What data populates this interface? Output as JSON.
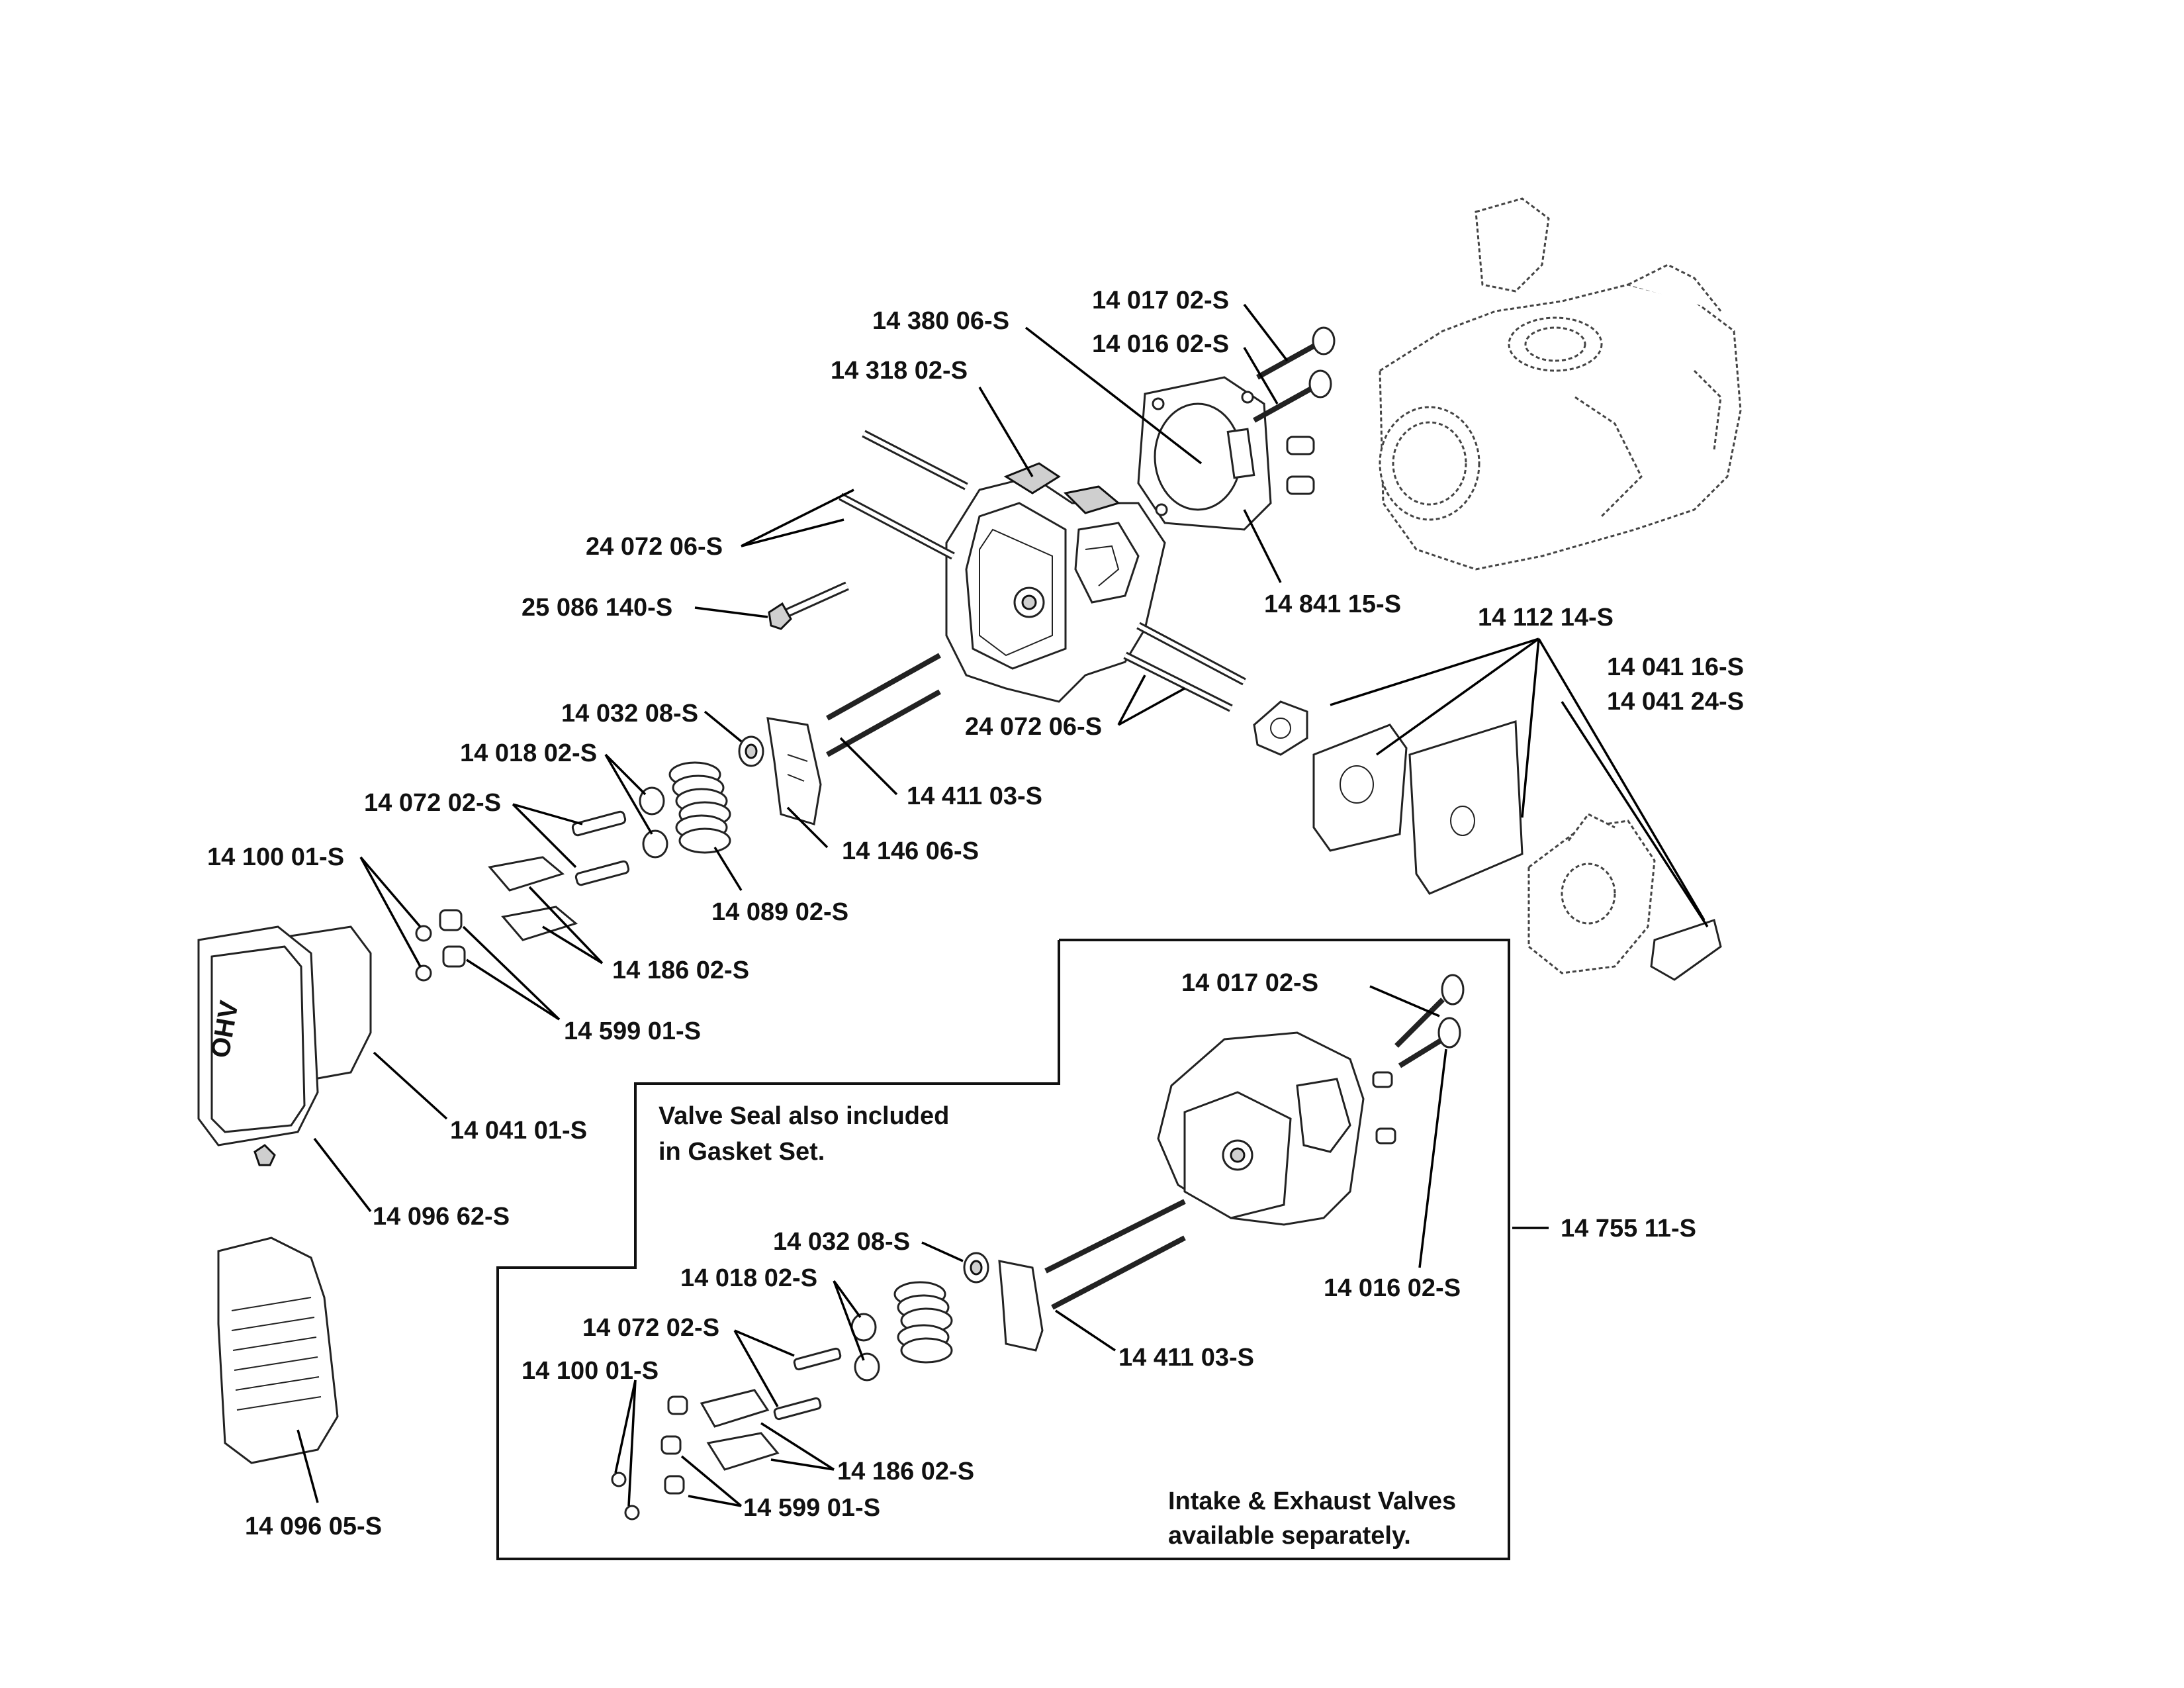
{
  "labels": {
    "l_14380_06": "14 380 06-S",
    "l_14017_02_top": "14 017 02-S",
    "l_14016_02_top": "14 016 02-S",
    "l_14318_02": "14 318 02-S",
    "l_24072_06_a": "24 072 06-S",
    "l_25086_140": "25 086 140-S",
    "l_14841_15": "14 841 15-S",
    "l_14112_14": "14 112 14-S",
    "l_14041_16": "14 041 16-S",
    "l_14041_24": "14 041 24-S",
    "l_14032_08_top": "14 032 08-S",
    "l_24072_06_b": "24 072 06-S",
    "l_14018_02_top": "14 018 02-S",
    "l_14411_03_top": "14 411 03-S",
    "l_14072_02_top": "14 072 02-S",
    "l_14146_06": "14 146 06-S",
    "l_14100_01_top": "14 100 01-S",
    "l_14089_02": "14 089 02-S",
    "l_14186_02_top": "14 186 02-S",
    "l_14599_01_top": "14 599 01-S",
    "l_14041_01": "14 041 01-S",
    "l_14096_62": "14 096 62-S",
    "l_14096_05": "14 096 05-S",
    "l_14017_02_kit": "14 017 02-S",
    "l_14032_08_kit": "14 032 08-S",
    "l_14018_02_kit": "14 018 02-S",
    "l_14072_02_kit": "14 072 02-S",
    "l_14100_01_kit": "14 100 01-S",
    "l_14186_02_kit": "14 186 02-S",
    "l_14599_01_kit": "14 599 01-S",
    "l_14411_03_kit": "14 411 03-S",
    "l_14016_02_kit": "14 016 02-S",
    "l_14755_11": "14 755 11-S"
  },
  "notes": {
    "valve_seal_1": "Valve Seal also included",
    "valve_seal_2": "in Gasket Set.",
    "valves_1": "Intake & Exhaust Valves",
    "valves_2": "available separately."
  },
  "cover_mark": "OHV"
}
